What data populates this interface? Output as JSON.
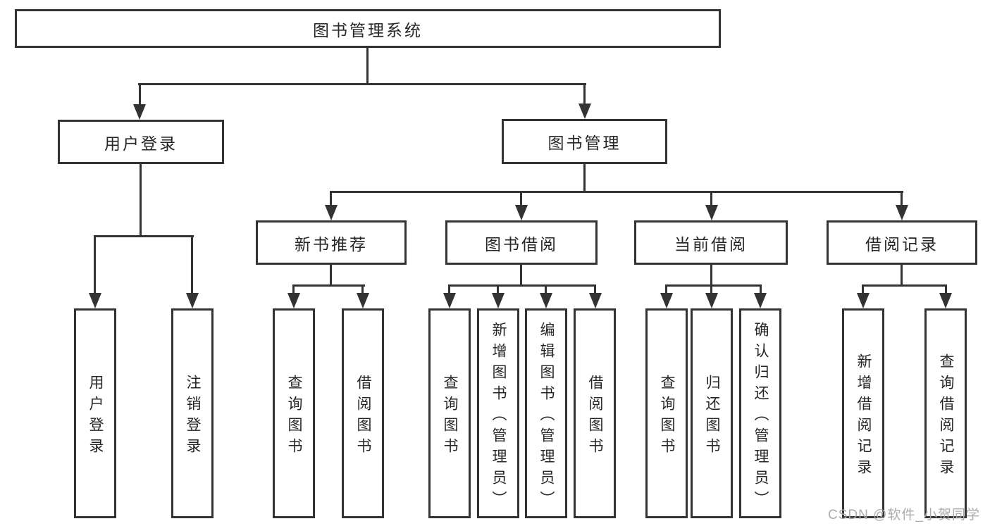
{
  "diagram_type": "tree",
  "root": {
    "label": "图书管理系统"
  },
  "level2": [
    {
      "label": "用户登录"
    },
    {
      "label": "图书管理"
    }
  ],
  "level3": [
    {
      "label": "新书推荐"
    },
    {
      "label": "图书借阅"
    },
    {
      "label": "当前借阅"
    },
    {
      "label": "借阅记录"
    }
  ],
  "leaves": [
    {
      "label": "用户登录"
    },
    {
      "label": "注销登录"
    },
    {
      "label": "查询图书"
    },
    {
      "label": "借阅图书"
    },
    {
      "label": "查询图书"
    },
    {
      "label": "新增图书（管理员）"
    },
    {
      "label": "编辑图书（管理员）"
    },
    {
      "label": "借阅图书"
    },
    {
      "label": "查询图书"
    },
    {
      "label": "归还图书"
    },
    {
      "label": "确认归还（管理员）"
    },
    {
      "label": "新增借阅记录"
    },
    {
      "label": "查询借阅记录"
    }
  ],
  "hierarchy": {
    "图书管理系统": [
      "用户登录",
      "图书管理"
    ],
    "用户登录": [
      "用户登录",
      "注销登录"
    ],
    "图书管理": [
      "新书推荐",
      "图书借阅",
      "当前借阅",
      "借阅记录"
    ],
    "新书推荐": [
      "查询图书",
      "借阅图书"
    ],
    "图书借阅": [
      "查询图书",
      "新增图书（管理员）",
      "编辑图书（管理员）",
      "借阅图书"
    ],
    "当前借阅": [
      "查询图书",
      "归还图书",
      "确认归还（管理员）"
    ],
    "借阅记录": [
      "新增借阅记录",
      "查询借阅记录"
    ]
  },
  "watermark": {
    "text": "CSDN @软件_小贺同学"
  },
  "colors": {
    "line": "#333333",
    "text": "#262626",
    "background": "#ffffff",
    "watermark": "#ababab"
  }
}
